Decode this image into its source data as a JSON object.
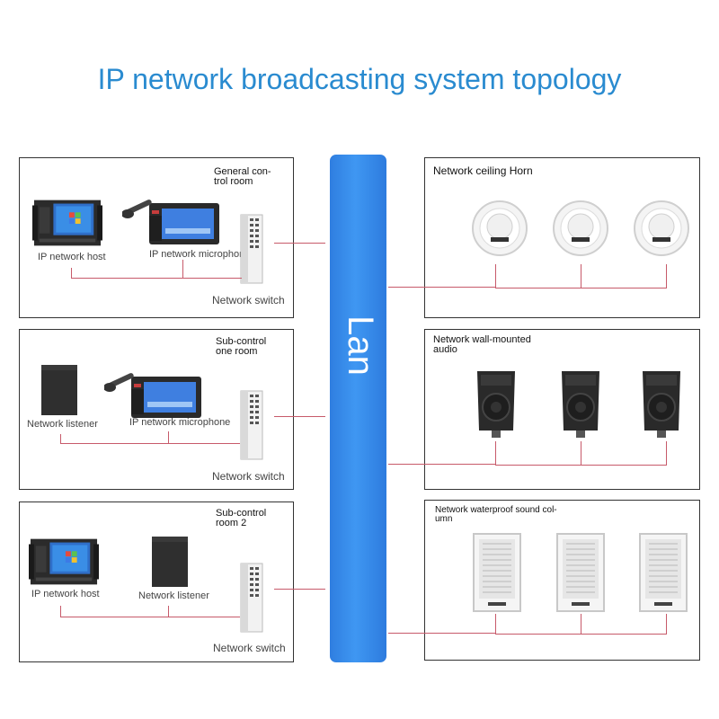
{
  "title": "IP network broadcasting system topology",
  "lan_label": "Lan",
  "colors": {
    "title": "#2a8bd0",
    "lan_bus": "#3a8ff0",
    "wire": "#c75a6a"
  },
  "panels": {
    "general": {
      "title_line1": "General con-",
      "title_line2": "trol room",
      "ip_host": "IP network host",
      "ip_microphone": "IP network microphone",
      "switch": "Network switch"
    },
    "sub1": {
      "title_line1": "Sub-control",
      "title_line2": "one room",
      "listener": "Network listener",
      "ip_microphone": "IP network microphone",
      "switch": "Network switch"
    },
    "sub2": {
      "title_line1": "Sub-control",
      "title_line2": "room 2",
      "ip_host": "IP network host",
      "listener": "Network listener",
      "switch": "Network switch"
    },
    "ceiling": {
      "title": "Network ceiling Horn"
    },
    "wall": {
      "title_line1": "Network wall-mounted",
      "title_line2": "audio"
    },
    "column": {
      "title_line1": "Network waterproof sound col-",
      "title_line2": "umn"
    }
  },
  "icons": [
    "ip-host-icon",
    "ip-microphone-icon",
    "network-switch-icon",
    "network-listener-icon",
    "ceiling-speaker-icon",
    "wall-speaker-icon",
    "sound-column-icon"
  ]
}
